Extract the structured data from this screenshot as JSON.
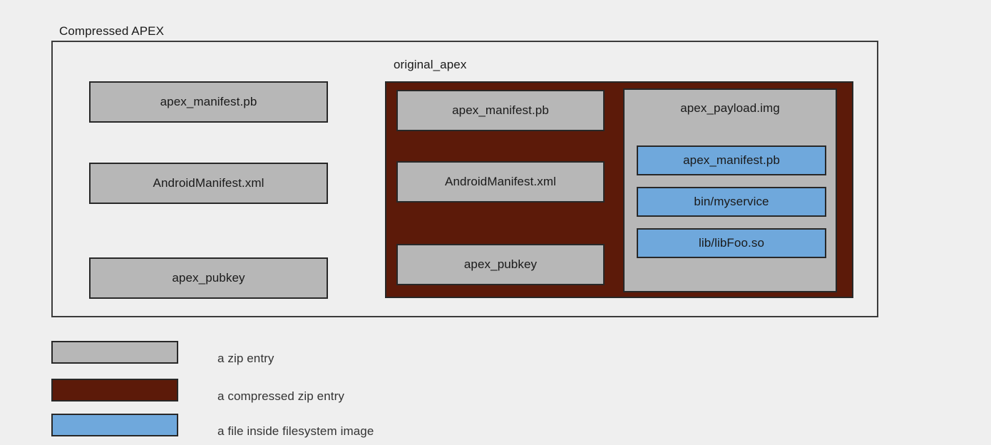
{
  "diagram": {
    "outer": {
      "caption": "Compressed APEX"
    },
    "left_column_entries": [
      {
        "label": "apex_manifest.pb"
      },
      {
        "label": "AndroidManifest.xml"
      },
      {
        "label": "apex_pubkey"
      }
    ],
    "original_apex": {
      "caption": "original_apex",
      "entries": [
        {
          "label": "apex_manifest.pb"
        },
        {
          "label": "AndroidManifest.xml"
        },
        {
          "label": "apex_pubkey"
        }
      ],
      "payload": {
        "label": "apex_payload.img",
        "files": [
          {
            "label": "apex_manifest.pb"
          },
          {
            "label": "bin/myservice"
          },
          {
            "label": "lib/libFoo.so"
          }
        ]
      }
    }
  },
  "legend": {
    "items": [
      {
        "label": "a zip entry",
        "color": "#b7b7b7"
      },
      {
        "label": "a compressed zip entry",
        "color": "#5c1a09"
      },
      {
        "label": "a file inside filesystem image",
        "color": "#6fa8dc"
      }
    ]
  },
  "colors": {
    "background": "#efefef",
    "zip_entry": "#b7b7b7",
    "compressed_zip_entry": "#5c1a09",
    "filesystem_file": "#6fa8dc",
    "outline": "#282828"
  }
}
